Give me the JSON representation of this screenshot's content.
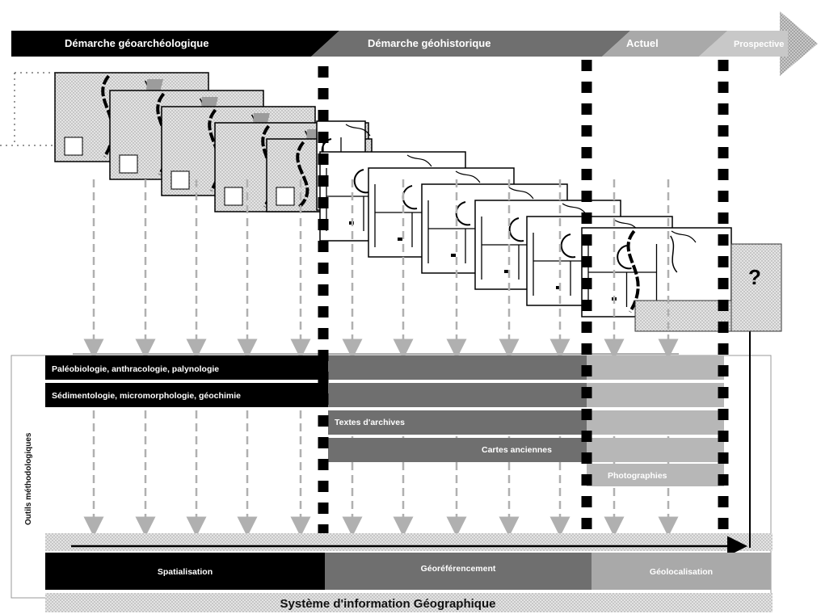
{
  "phases": [
    {
      "id": "geoarch",
      "label": "Démarche géoarchéologique",
      "color": "#000000"
    },
    {
      "id": "geohist",
      "label": "Démarche géohistorique",
      "color": "#6f6f6f"
    },
    {
      "id": "actual",
      "label": "Actuel",
      "color": "#a9a9a9"
    },
    {
      "id": "prospective",
      "label": "Prospective",
      "color": "#d0d0d0"
    }
  ],
  "sources": [
    {
      "id": "paleo",
      "label": "Paléobiologie, anthracologie, palynologie"
    },
    {
      "id": "sedi",
      "label": "Sédimentologie, micromorphologie, géochimie"
    },
    {
      "id": "archives",
      "label": "Textes d'archives"
    },
    {
      "id": "cartes",
      "label": "Cartes anciennes"
    },
    {
      "id": "photos",
      "label": "Photographies"
    }
  ],
  "methods_label": "Outils méthodologiques",
  "gis_steps": [
    {
      "id": "spat",
      "label": "Spatialisation"
    },
    {
      "id": "georef",
      "label": "Géoréférencement"
    },
    {
      "id": "geoloc",
      "label": "Géolocalisation"
    }
  ],
  "gis_label": "Système d'information Géographique",
  "future_mark": "?",
  "colors": {
    "black": "#000000",
    "dark": "#6f6f6f",
    "mid": "#a9a9a9",
    "light": "#d0d0d0",
    "paper": "#ffffff"
  }
}
